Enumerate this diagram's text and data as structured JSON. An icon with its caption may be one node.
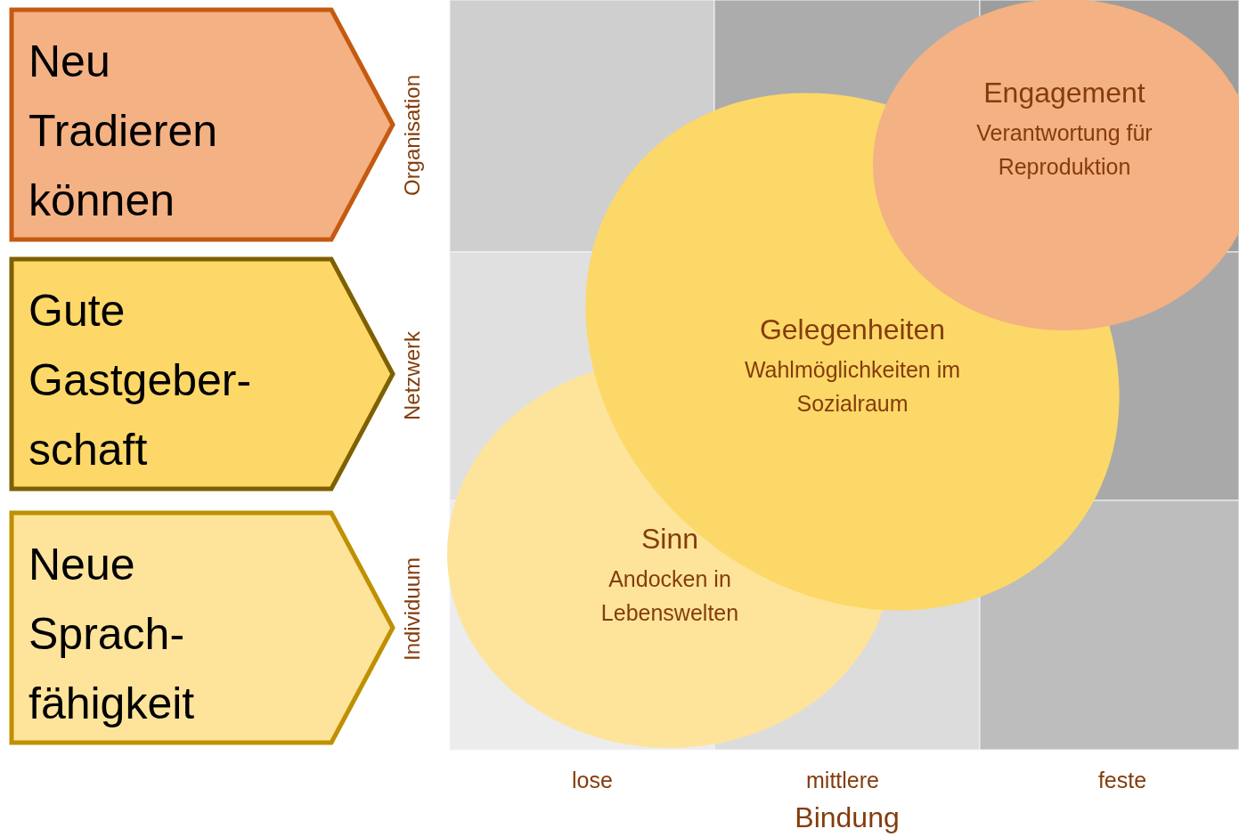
{
  "diagram": {
    "nodes": [
      {
        "text": [
          "Neu Tradieren können"
        ]
      },
      {
        "text": [
          "Gute Gastgeber-schaft"
        ]
      },
      {
        "text": [
          "Neue Sprach-fähigkeit"
        ]
      },
      {
        "text": [
          "Engagement",
          "Verantwortung für Reproduktion"
        ]
      },
      {
        "text": [
          "Gelegenheiten",
          "Wahlmöglichkeiten im Sozialraum"
        ]
      },
      {
        "text": [
          "Sinn",
          "Andocken in Lebenswelten"
        ]
      }
    ],
    "labels": [
      "Organisation",
      "Netzwerk",
      "Individuum",
      "lose",
      "mittlere",
      "feste",
      "Bindung"
    ]
  }
}
